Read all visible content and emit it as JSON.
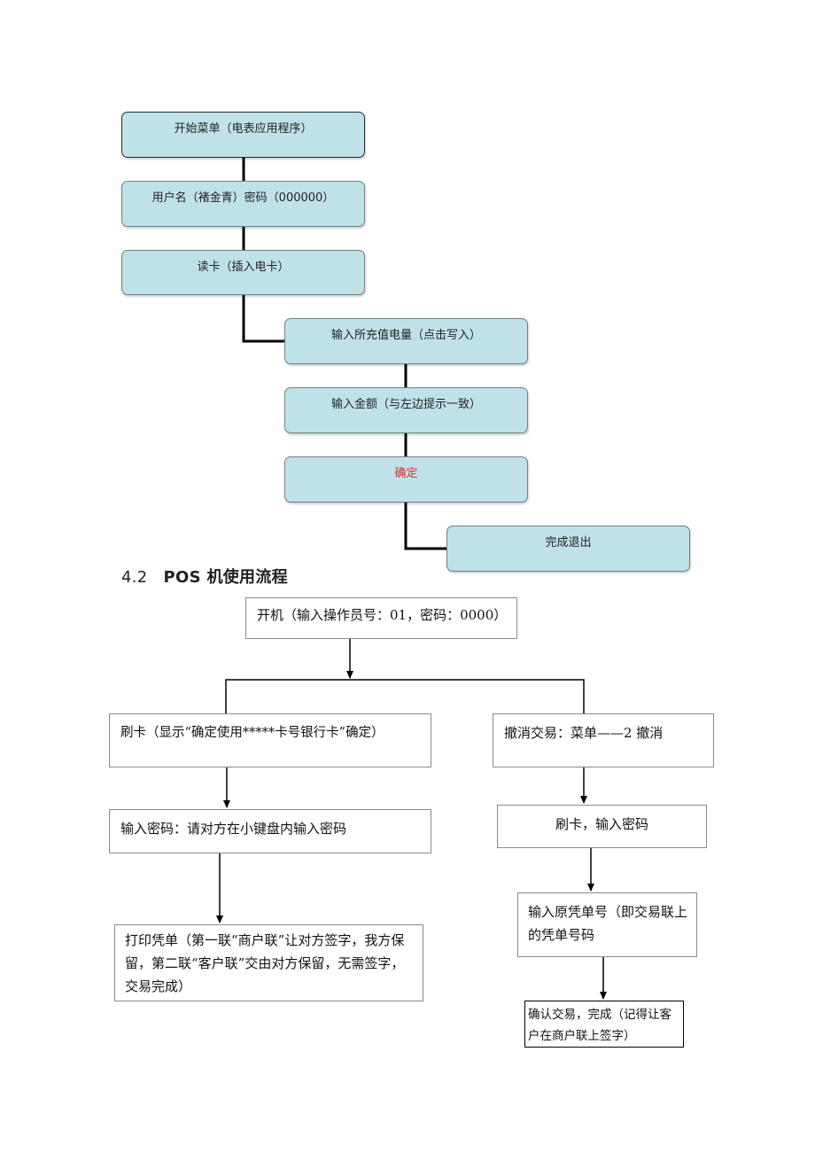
{
  "meter_flow": {
    "steps": [
      "开始菜单（电表应用程序）",
      "用户名（褚金青）密码（000000）",
      "读卡（插入电卡）",
      "输入所充值电量（点击写入）",
      "输入金额（与左边提示一致）",
      "确定",
      "完成退出"
    ],
    "confirm_text_color": "#d32f2f",
    "box_fill": "#bfe2e8"
  },
  "section": {
    "number": "4.2",
    "title": "POS 机使用流程"
  },
  "pos_flow": {
    "start": "开机（输入操作员号：01，密码：0000）",
    "left": [
      "刷卡（显示“确定使用*****卡号银行卡”确定）",
      "输入密码：请对方在小键盘内输入密码",
      "打印凭单（第一联“商户联”让对方签字，我方保留，第二联“客户联”交由对方保留，无需签字，交易完成）"
    ],
    "right": [
      "撤消交易：菜单——2 撤消",
      "刷卡，输入密码",
      "输入原凭单号（即交易联上的凭单号码",
      "确认交易，完成（记得让客户在商户联上签字）"
    ]
  }
}
